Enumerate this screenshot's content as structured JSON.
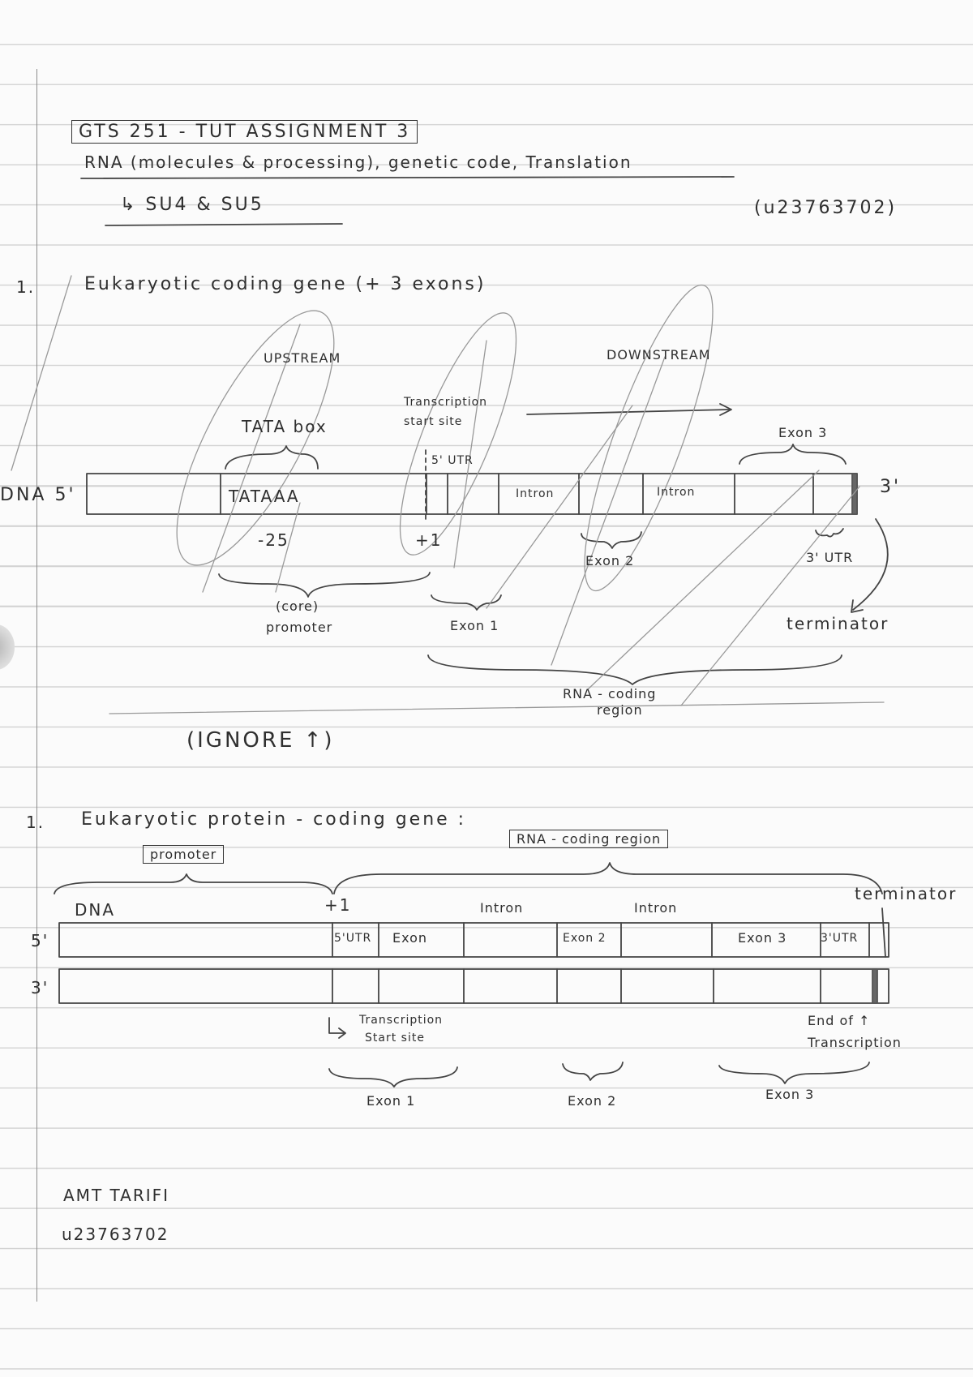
{
  "header": {
    "assignment_title": "GTS 251 - TUT ASSIGNMENT 3",
    "subtitle": "RNA (molecules & processing), genetic code, Translation",
    "sublist": "↳ SU4 & SU5",
    "student_id_parenthetical": "(u23763702)"
  },
  "diagram1": {
    "number": "1.",
    "heading": "Eukaryotic coding gene (+ 3 exons)",
    "upstream": "UPSTREAM",
    "downstream": "DOWNSTREAM",
    "tss": "Transcription start site",
    "tata_box": "TATA box",
    "exon3_top": "Exon 3",
    "utr5": "5' UTR",
    "dna_label": "DNA 5'",
    "end3": "3'",
    "tataaa": "TATAAA",
    "intron_a": "Intron",
    "intron_b": "Intron",
    "minus25": "-25",
    "plus1": "+1",
    "exon2": "Exon 2",
    "utr3": "3' UTR",
    "core": "(core)",
    "promoter": "promoter",
    "exon1": "Exon 1",
    "terminator": "terminator",
    "rna_coding": "RNA - coding",
    "region": "region",
    "ignore_note": "(IGNORE ↑)"
  },
  "diagram2": {
    "number": "1.",
    "heading": "Eukaryotic protein - coding gene :",
    "rna_coding_region_box": "RNA - coding region",
    "promoter_box": "promoter",
    "dna": "DNA",
    "plus1": "+1",
    "intron_a": "Intron",
    "intron_b": "Intron",
    "terminator": "terminator",
    "strand5": "5'",
    "strand3": "3'",
    "utr5": "5'UTR",
    "exon": "Exon",
    "exon2_in": "Exon 2",
    "exon3_in": "Exon 3",
    "utr3": "3'UTR",
    "tss_line1": "Transcription",
    "tss_line2": "Start site",
    "end_line1": "End of ↑",
    "end_line2": "Transcription",
    "exon1": "Exon 1",
    "exon2": "Exon 2",
    "exon3": "Exon 3"
  },
  "footer": {
    "name": "AMT TARIFI",
    "student_number": "u23763702"
  }
}
